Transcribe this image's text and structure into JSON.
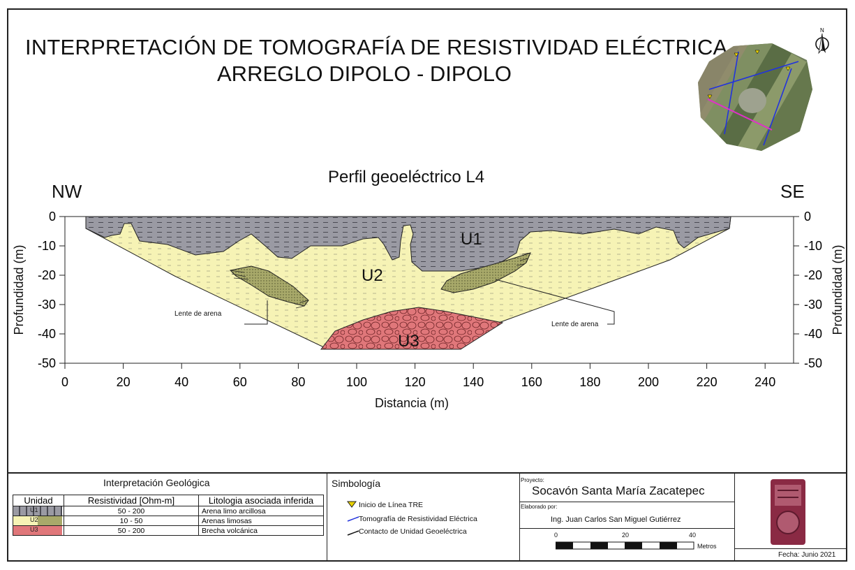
{
  "title": {
    "line1": "INTERPRETACIÓN DE TOMOGRAFÍA DE RESISTIVIDAD ELÉCTRICA",
    "line2": "ARREGLO DIPOLO - DIPOLO"
  },
  "north_label": "N",
  "profile": {
    "title": "Perfil geoeléctrico L4",
    "left_dir": "NW",
    "right_dir": "SE",
    "xlabel": "Distancia (m)",
    "ylabel": "Profundidad (m)",
    "x_ticks": [
      "0",
      "20",
      "40",
      "60",
      "80",
      "100",
      "120",
      "140",
      "160",
      "180",
      "200",
      "220",
      "240"
    ],
    "y_ticks": [
      "0",
      "-10",
      "-20",
      "-30",
      "-40",
      "-50"
    ],
    "units": [
      "U1",
      "U2",
      "U3"
    ],
    "lens_left": "Lente de arena",
    "lens_right": "Lente de arena"
  },
  "legend": {
    "geo_title": "Interpretación Geológica",
    "headers": [
      "Unidad",
      "Resistividad [Ohm-m]",
      "Litologia asociada inferida"
    ],
    "rows": [
      {
        "unit": "U1",
        "res": "50 - 200",
        "lith": "Arena limo arcillosa",
        "color": "#9a9aa3"
      },
      {
        "unit": "U2",
        "res": "10 - 50",
        "lith": "Arenas limosas",
        "color": "#f6f3b5"
      },
      {
        "unit": "U3",
        "res": "50 - 200",
        "lith": "Brecha volcánica",
        "color": "#e0777a"
      }
    ],
    "symb_title": "Simbología",
    "symb_items": [
      "Inicio de Línea TRE",
      "Tomografía de Resistividad Eléctrica",
      "Contacto de Unidad Geoeléctrica"
    ],
    "project_label": "Proyecto:",
    "project_name": "Socavón Santa María Zacatepec",
    "author_label": "Elaborado por:",
    "author_name": "Ing. Juan Carlos San Miguel Gutiérrez",
    "scale_ticks": [
      "0",
      "20",
      "40"
    ],
    "scale_unit": "Metros",
    "date": "Fecha: Junio 2021"
  }
}
